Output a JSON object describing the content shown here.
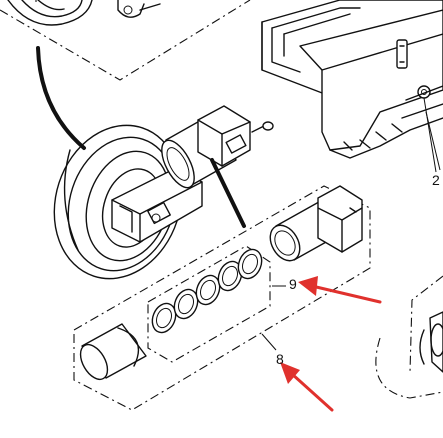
{
  "callouts": {
    "label_9": "9",
    "label_8": "8",
    "label_2": "2"
  },
  "colors": {
    "line": "#111111",
    "arrow": "#e0312d",
    "background": "#ffffff"
  }
}
